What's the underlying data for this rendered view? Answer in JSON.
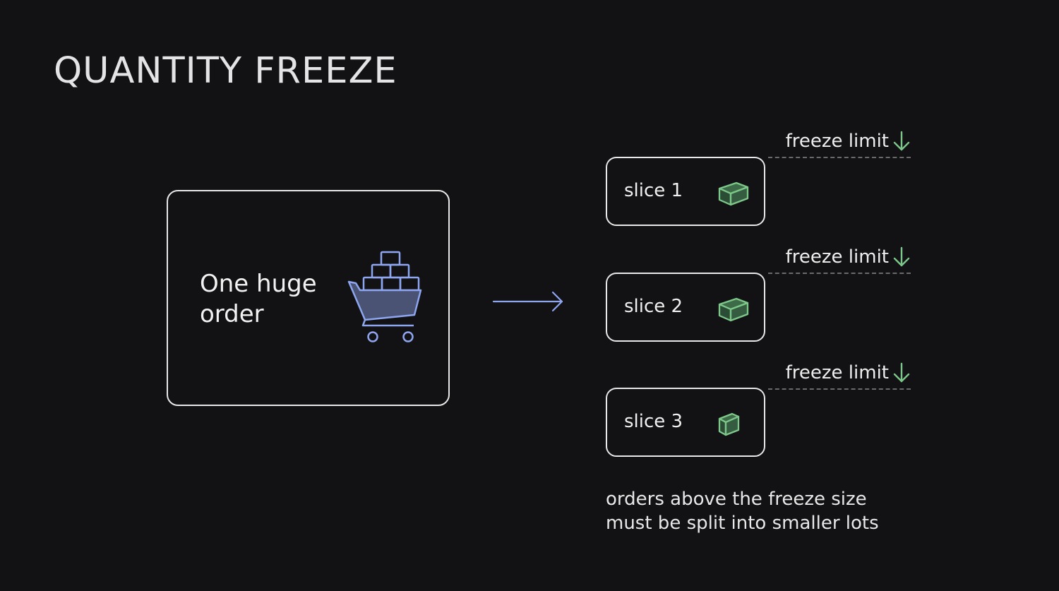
{
  "title": "QUANTITY FREEZE",
  "order": {
    "line1": "One huge",
    "line2": "order",
    "icon": "shopping-cart-icon"
  },
  "slices": [
    {
      "label": "slice 1",
      "icon": "box-icon"
    },
    {
      "label": "slice 2",
      "icon": "box-icon"
    },
    {
      "label": "slice 3",
      "icon": "small-box-icon"
    }
  ],
  "freeze_limit_label": "freeze limit",
  "caption": {
    "line1": "orders above the freeze size",
    "line2": "must be split into smaller lots"
  },
  "colors": {
    "background": "#121214",
    "accent_blue": "#8ea6f0",
    "accent_green": "#7dc78a",
    "border": "#e8e8e8"
  }
}
